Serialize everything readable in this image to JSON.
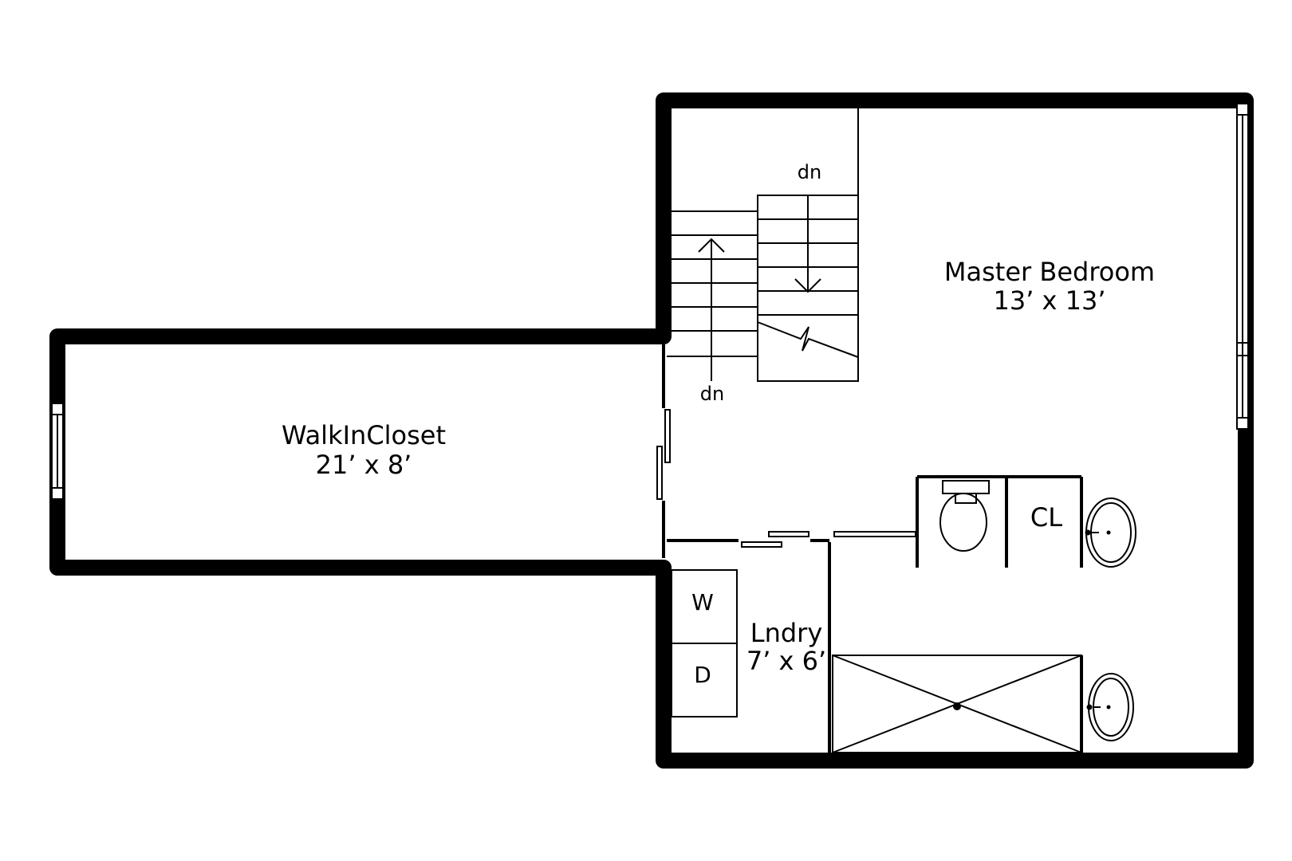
{
  "rooms": {
    "master_bedroom": {
      "name": "Master Bedroom",
      "size": "13’ x 13’"
    },
    "walk_in_closet": {
      "name": "WalkInCloset",
      "size": "21’ x 8’"
    },
    "laundry": {
      "name": "Lndry",
      "size": "7’ x 6’"
    }
  },
  "labels": {
    "closet": "CL",
    "washer": "W",
    "dryer": "D",
    "stairs_down_top": "dn",
    "stairs_down_bottom": "dn"
  },
  "colors": {
    "line": "#000000",
    "background": "#ffffff"
  }
}
